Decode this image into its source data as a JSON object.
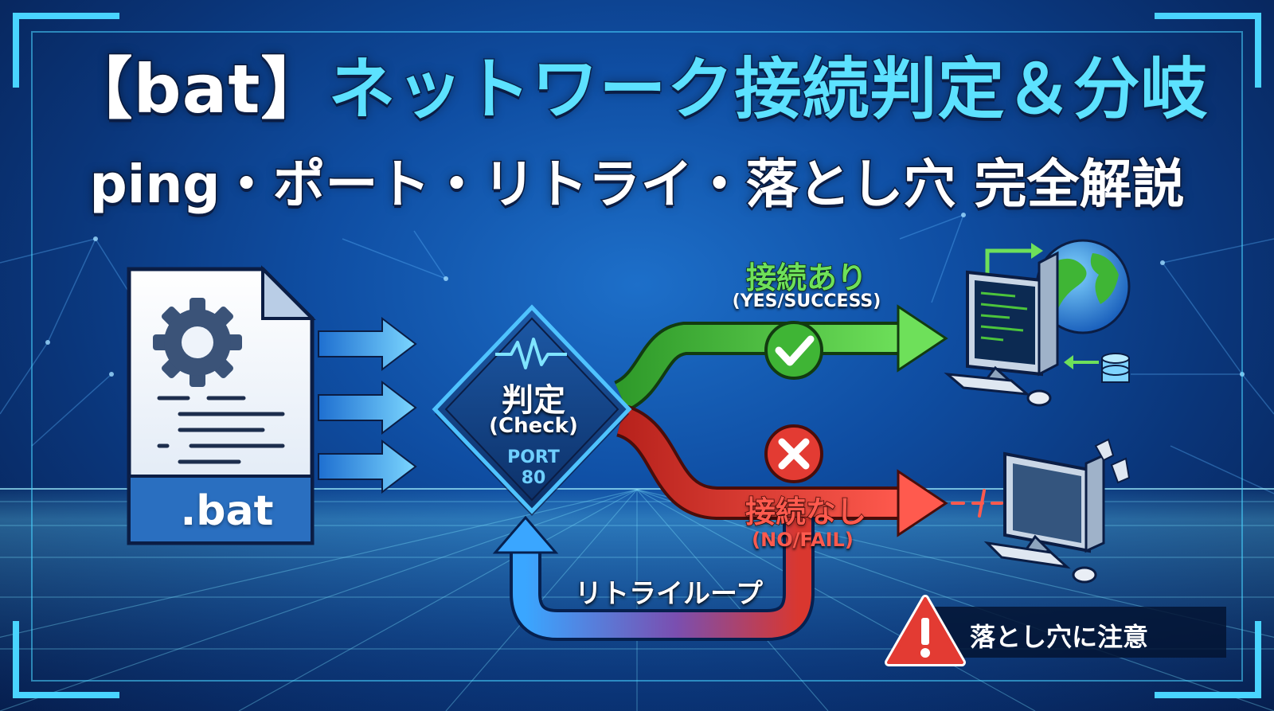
{
  "title": {
    "bracket_open": "【",
    "bracket_word": "bat",
    "bracket_close": "】",
    "main": "ネットワーク接続判定＆分岐",
    "sub": "ping・ポート・リトライ・落とし穴 完全解説"
  },
  "bat_file": {
    "label": ".bat",
    "icon": "gear-icon"
  },
  "decision": {
    "label": "判定",
    "sub": "(Check)",
    "port_label": "PORT",
    "port_value": "80"
  },
  "branch_yes": {
    "label": "接続あり",
    "sub": "(YES/SUCCESS)",
    "color": "#4cc43c",
    "icon": "check-icon"
  },
  "branch_no": {
    "label": "接続なし",
    "sub": "(NO/FAIL)",
    "color": "#e33b33",
    "icon": "cross-icon"
  },
  "retry": {
    "label": "リトライループ"
  },
  "warning": {
    "label": "落とし穴に注意",
    "icon": "warning-icon"
  },
  "colors": {
    "accent_cyan": "#5ce1ff",
    "frame": "#49d4ff",
    "background": "#0f4ea3"
  }
}
